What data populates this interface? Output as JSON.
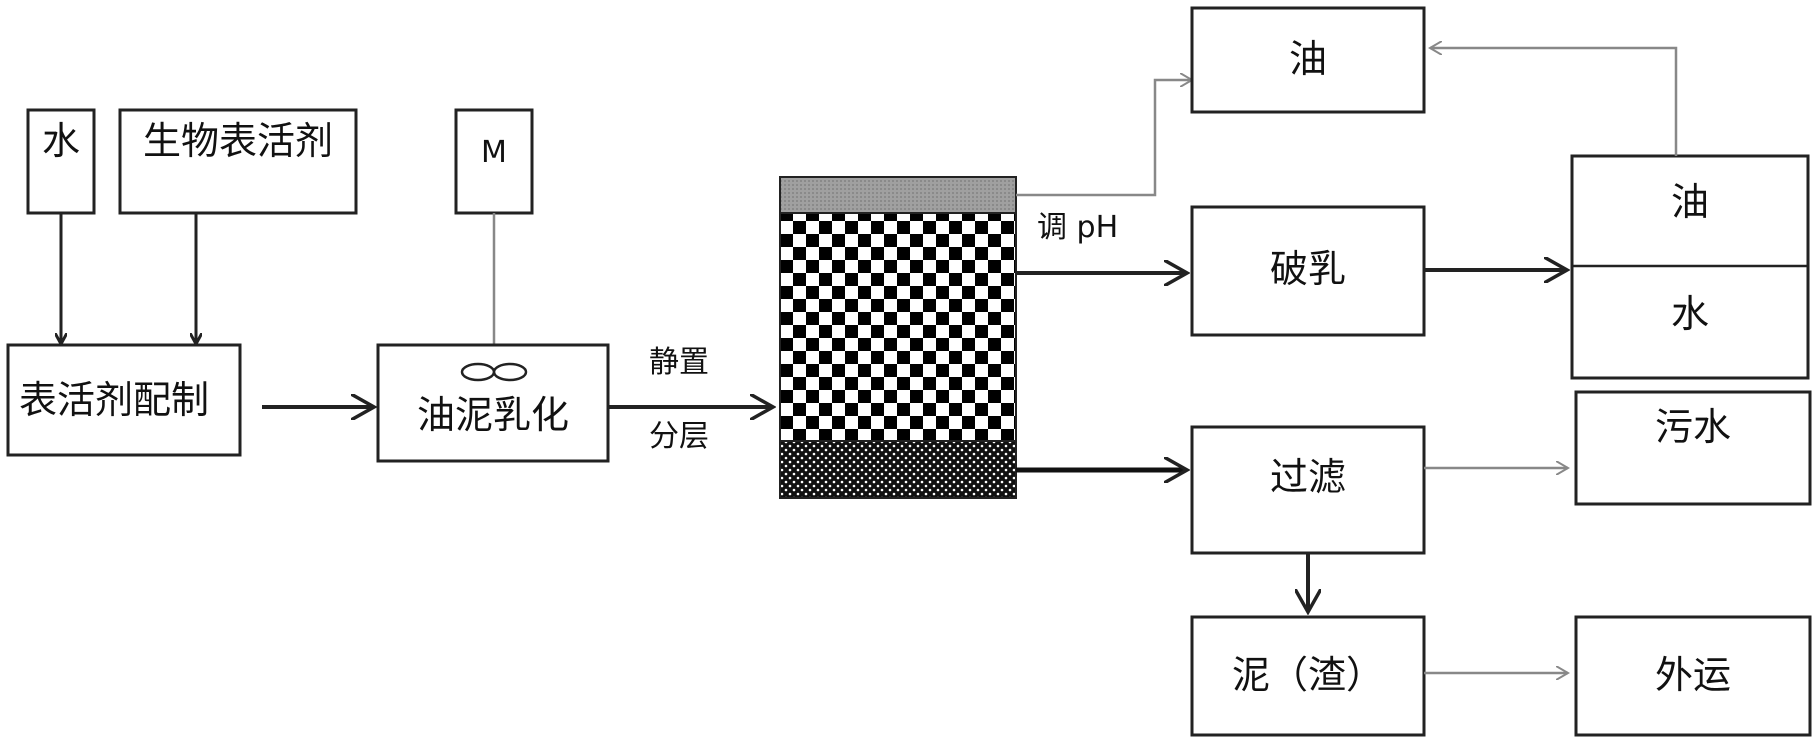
{
  "nodes": {
    "water": "水",
    "bio_surfactant": "生物表活剂",
    "surfactant_prep": "表活剂配制",
    "motor": "M",
    "sludge_emulsify": "油泥乳化",
    "oil_top": "油",
    "demulsify": "破乳",
    "oil_sep": "油",
    "water_sep": "水",
    "filter": "过滤",
    "sewage": "污水",
    "mud": "泥（渣）",
    "transport": "外运"
  },
  "edges": {
    "settle_line1": "静置",
    "settle_line2": "分层",
    "adjust_ph": "调 pH"
  },
  "colors": {
    "line": "#222222",
    "gray_line": "#888888",
    "top_layer": "#9a9a9a",
    "checker_dark": "#000000",
    "dot_layer": "#1a1a1a"
  }
}
